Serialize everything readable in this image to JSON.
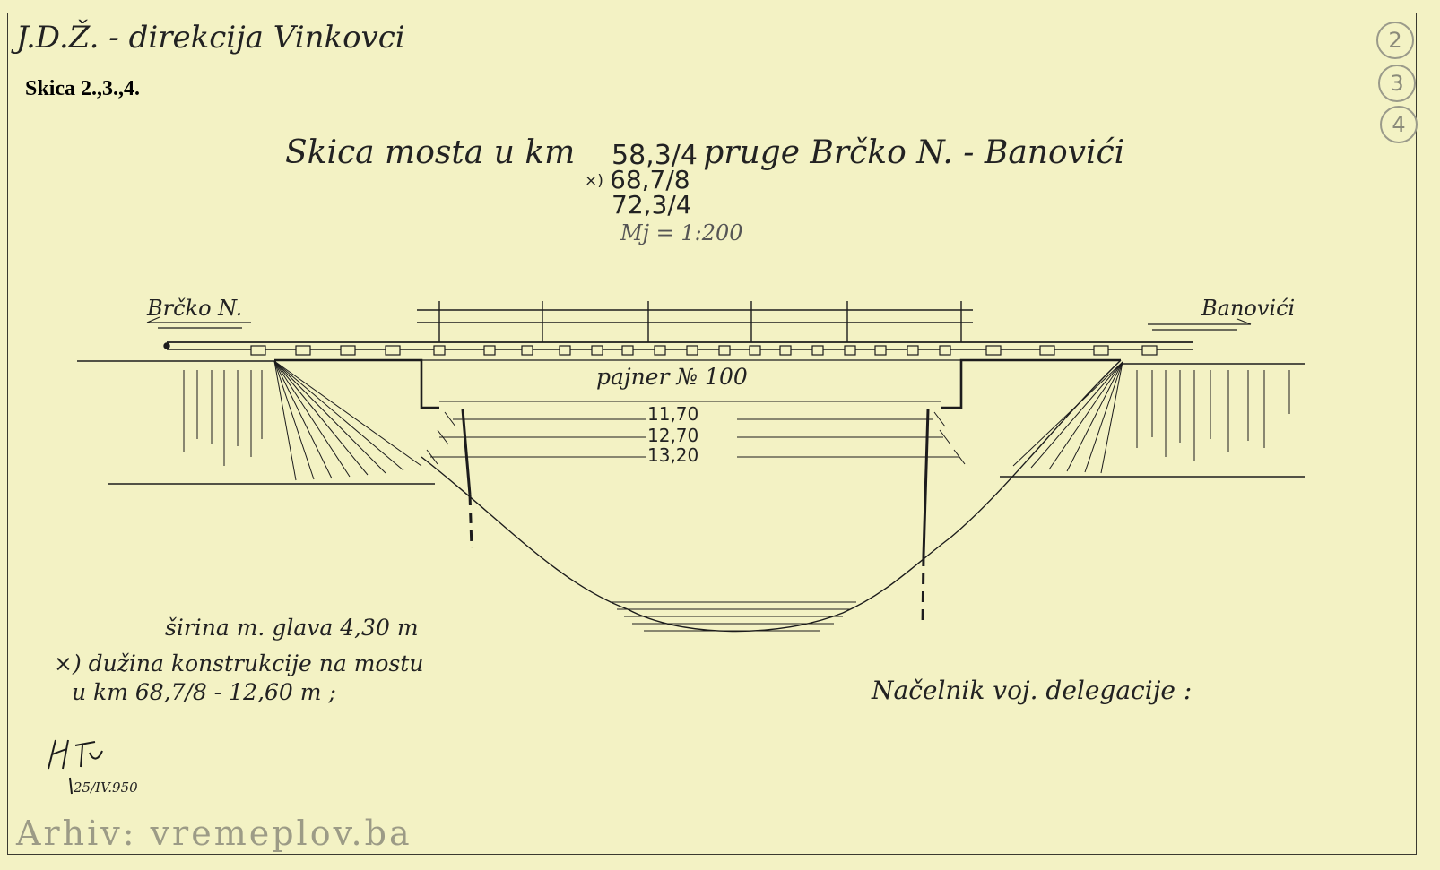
{
  "header": {
    "organization": "J.D.Ž. - direkcija Vinkovci",
    "sketch_label": "Skica 2.,3.,4.",
    "sheet_numbers": [
      "2",
      "3",
      "4"
    ]
  },
  "title": {
    "main": "Skica mosta u km",
    "route": "pruge Brčko N. - Banovići",
    "km_values": [
      "58,3/4",
      "68,7/8",
      "72,3/4"
    ],
    "km_marker": "×)",
    "scale": "Mj = 1:200"
  },
  "directions": {
    "left": "Brčko N.",
    "right": "Banovići"
  },
  "bridge": {
    "beam_label": "pajner № 100",
    "dimensions": [
      "11,70",
      "12,70",
      "13,20"
    ]
  },
  "notes": {
    "width": "širina m. glava 4,30 m",
    "length_line1": "×) dužina konstrukcije na mostu",
    "length_line2": "u km 68,7/8 - 12,60 m ;",
    "chief": "Načelnik voj. delegacije :"
  },
  "signature": {
    "date": "25/IV.950"
  },
  "watermark": "Arhiv: vremeplov.ba"
}
